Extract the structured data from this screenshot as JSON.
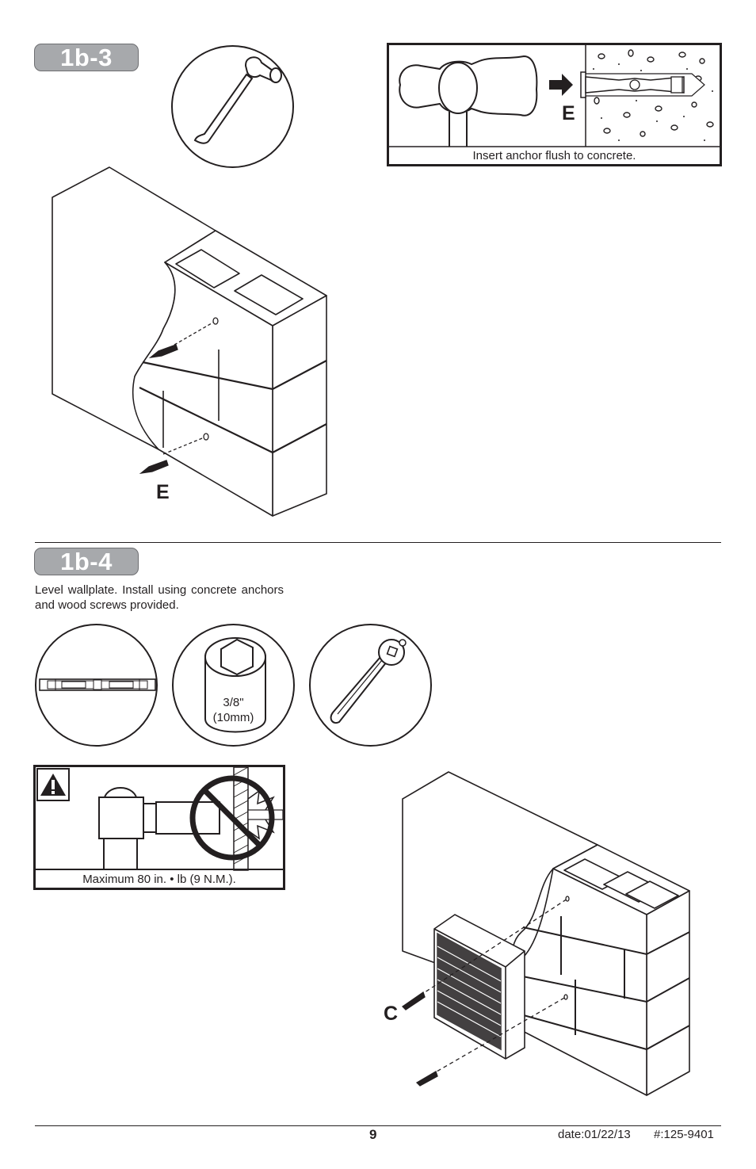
{
  "step_1b3": {
    "badge": "1b-3",
    "callout_letter": "E",
    "anchor_caption": "Insert anchor flush to concrete.",
    "wall_letter": "E"
  },
  "step_1b4": {
    "badge": "1b-4",
    "instruction": "Level wallplate. Install using concrete anchors and wood screws provided.",
    "socket_size": "3/8\"",
    "socket_metric": "(10mm)",
    "torque_caption": "Maximum 80 in. • lb (9 N.M.).",
    "screw_letter": "C"
  },
  "footer": {
    "page_number": "9",
    "date": "date:01/22/13",
    "part_number": "#:125-9401"
  },
  "icons": [
    "hammer-icon",
    "anchor-insert-icon",
    "level-icon",
    "socket-icon",
    "ratchet-wrench-icon",
    "warning-icon",
    "no-overtighten-icon"
  ]
}
